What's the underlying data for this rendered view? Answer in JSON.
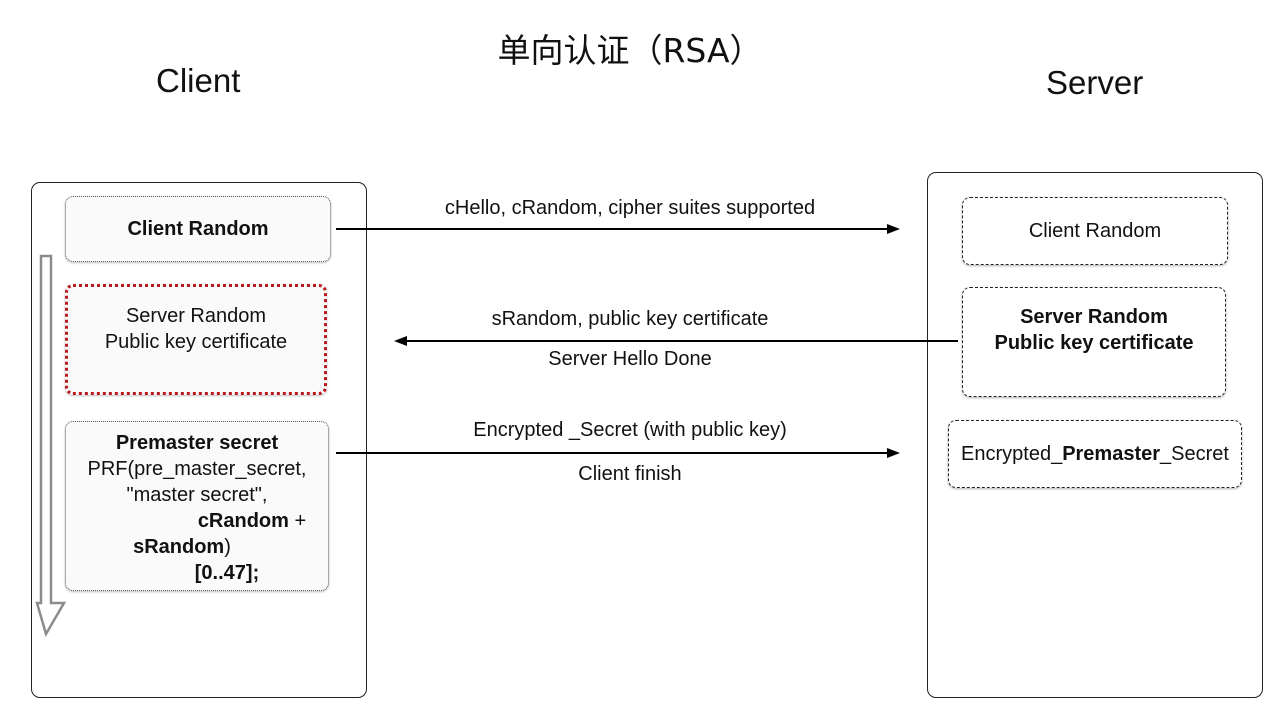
{
  "title": "单向认证（RSA）",
  "client": {
    "label": "Client",
    "client_random": "Client Random",
    "server_random_box": {
      "line1": "Server Random",
      "line2": "Public key certificate"
    },
    "premaster_box": {
      "heading": "Premaster secret",
      "line1": "PRF(pre_master_secret,",
      "line2": "\"master secret\",",
      "line3_bold": "cRandom",
      "line3_rest": " +",
      "line4_bold": "sRandom",
      "line4_rest": ")",
      "line5": "[0..47];"
    }
  },
  "server": {
    "label": "Server",
    "client_random": "Client Random",
    "server_random_box": {
      "line1": "Server Random",
      "line2": "Public key certificate"
    },
    "encrypted_box": {
      "prefix": "Encrypted_",
      "bold": "Premaster",
      "suffix": "_Secret"
    }
  },
  "messages": {
    "m1_top": "cHello, cRandom, cipher suites supported",
    "m2_top": "sRandom, public key certificate",
    "m2_bottom": "Server Hello Done",
    "m3_top": "Encrypted _Secret (with public key)",
    "m3_bottom": "Client finish"
  },
  "colors": {
    "line": "#000000",
    "red_dotted_border": "#b8191c",
    "progress_arrow": "#8c8c8c"
  }
}
